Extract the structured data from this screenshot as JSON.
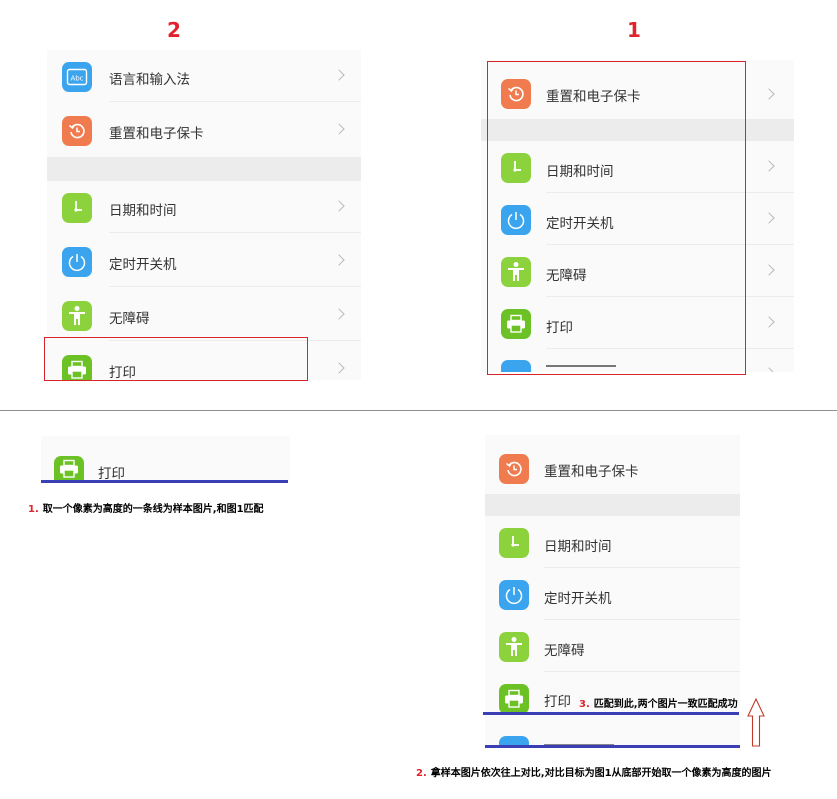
{
  "figure_labels": {
    "left": "2",
    "right": "1"
  },
  "menu": {
    "language": "语言和输入法",
    "reset": "重置和电子保卡",
    "datetime": "日期和时间",
    "power": "定时开关机",
    "accessibility": "无障碍",
    "print": "打印",
    "abc_icon_text": "Abc"
  },
  "annotations": {
    "step1_num": "1.",
    "step1_text": "取一个像素为高度的一条线为样本图片,和图1匹配",
    "step2_num": "2.",
    "step2_text": "拿样本图片依次往上对比,对比目标为图1从底部开始取一个像素为高度的图片",
    "step3_num": "3.",
    "step3_text": "匹配到此,两个图片一致匹配成功"
  },
  "colors": {
    "orange": "#f07b4f",
    "green": "#8cd23c",
    "blue": "#3aa5ee",
    "print_green": "#6cc124",
    "label_red": "#e0232d",
    "box_red": "#d8232a",
    "line_blue": "#3b3fb5"
  },
  "icons": {
    "language": "keyboard-icon",
    "reset": "reset-icon",
    "datetime": "clock-icon",
    "power": "power-icon",
    "accessibility": "accessibility-icon",
    "print": "printer-icon"
  }
}
